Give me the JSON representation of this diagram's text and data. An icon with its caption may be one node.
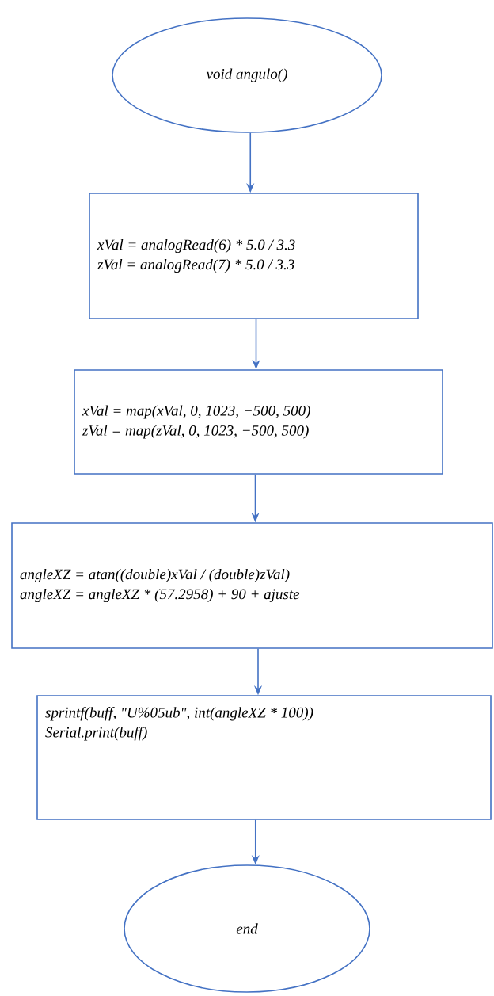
{
  "diagram": {
    "nodes": [
      {
        "text": [
          "void angulo()"
        ]
      },
      {
        "text": [
          "xVal = analogRead(6) * 5.0 / 3.3",
          "zVal = analogRead(7) * 5.0 / 3.3"
        ]
      },
      {
        "text": [
          "xVal = map(xVal, 0, 1023, −500, 500)",
          "zVal = map(zVal, 0, 1023, −500, 500)"
        ]
      },
      {
        "text": [
          "angleXZ = atan((double)xVal / (double)zVal)",
          "angleXZ = angleXZ * (57.2958) + 90 + ajuste"
        ]
      },
      {
        "text": [
          "sprintf(buff, \"U%05ub\", int(angleXZ * 100))",
          "Serial.print(buff)"
        ]
      },
      {
        "text": [
          "end"
        ]
      }
    ],
    "edges": [
      {
        "from": 0,
        "to": 1,
        "arrow": "to"
      },
      {
        "from": 1,
        "to": 2,
        "arrow": "to"
      },
      {
        "from": 2,
        "to": 3,
        "arrow": "to"
      },
      {
        "from": 3,
        "to": 4,
        "arrow": "to"
      },
      {
        "from": 4,
        "to": 5,
        "arrow": "to"
      }
    ]
  }
}
